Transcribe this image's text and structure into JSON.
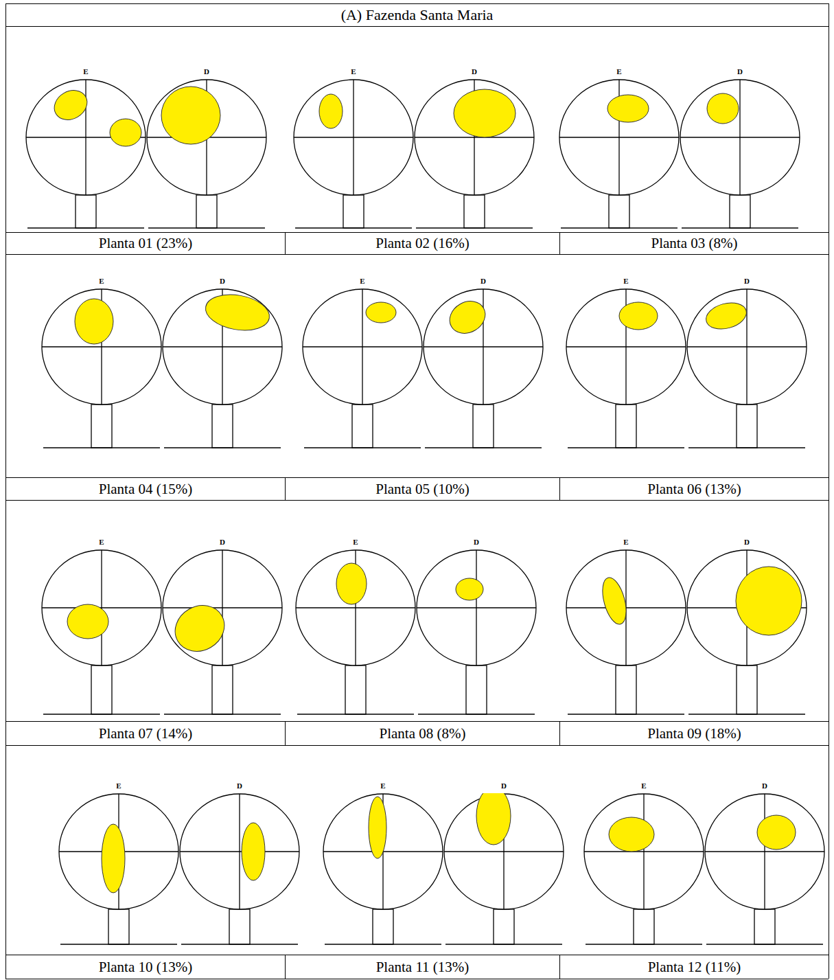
{
  "diagram": {
    "title": "(A) Fazenda Santa Maria",
    "nodes": [
      {
        "text": [
          "E"
        ]
      },
      {
        "text": [
          "D"
        ]
      },
      {
        "text": [
          "E"
        ]
      },
      {
        "text": [
          "D"
        ]
      },
      {
        "text": [
          "E"
        ]
      },
      {
        "text": [
          "D"
        ]
      },
      {
        "text": [
          "E"
        ]
      },
      {
        "text": [
          "D"
        ]
      },
      {
        "text": [
          "E"
        ]
      },
      {
        "text": [
          "D"
        ]
      },
      {
        "text": [
          "E"
        ]
      },
      {
        "text": [
          "D"
        ]
      },
      {
        "text": [
          "E"
        ]
      },
      {
        "text": [
          "D"
        ]
      },
      {
        "text": [
          "E"
        ]
      },
      {
        "text": [
          "D"
        ]
      },
      {
        "text": [
          "E"
        ]
      },
      {
        "text": [
          "D"
        ]
      },
      {
        "text": [
          "E"
        ]
      },
      {
        "text": [
          "D"
        ]
      },
      {
        "text": [
          "E"
        ]
      },
      {
        "text": [
          "D"
        ]
      },
      {
        "text": [
          "E"
        ]
      },
      {
        "text": [
          "D"
        ]
      }
    ],
    "labels": [
      "Planta 01 (23%)",
      "Planta 02 (16%)",
      "Planta 03 (8%)",
      "Planta 04 (15%)",
      "Planta 05 (10%)",
      "Planta 06 (13%)",
      "Planta 07 (14%)",
      "Planta 08 (8%)",
      "Planta 09 (18%)",
      "Planta 10 (13%)",
      "Planta 11 (13%)",
      "Planta 12 (11%)"
    ]
  }
}
